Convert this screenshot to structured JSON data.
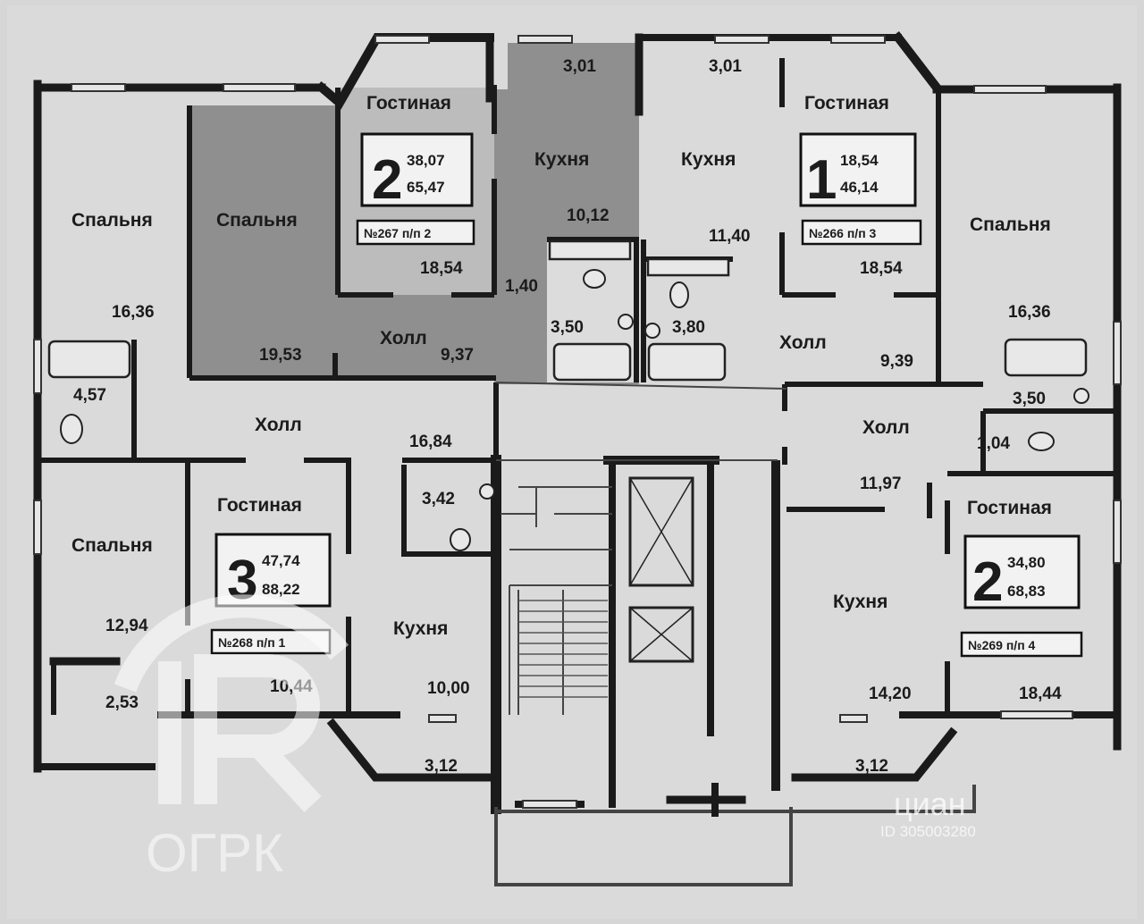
{
  "apartments": [
    {
      "rooms": "2",
      "living_area": "38,07",
      "total_area": "65,47",
      "tag": "№267 п/п 2"
    },
    {
      "rooms": "1",
      "living_area": "18,54",
      "total_area": "46,14",
      "tag": "№266 п/п 3"
    },
    {
      "rooms": "3",
      "living_area": "47,74",
      "total_area": "88,22",
      "tag": "№268 п/п 1"
    },
    {
      "rooms": "2",
      "living_area": "34,80",
      "total_area": "68,83",
      "tag": "№269 п/п 4"
    }
  ],
  "rooms": [
    {
      "label": "Гостиная"
    },
    {
      "label": "Кухня"
    },
    {
      "label": "Кухня"
    },
    {
      "label": "Гостиная"
    },
    {
      "label": "Спальня"
    },
    {
      "label": "Спальня"
    },
    {
      "label": "Спальня"
    },
    {
      "label": "Холл"
    },
    {
      "label": "Холл"
    },
    {
      "label": "Холл"
    },
    {
      "label": "Холл"
    },
    {
      "label": "Гостиная"
    },
    {
      "label": "Спальня"
    },
    {
      "label": "Кухня"
    },
    {
      "label": "Гостиная"
    },
    {
      "label": "Кухня"
    }
  ],
  "areas": [
    "3,01",
    "3,01",
    "10,12",
    "11,40",
    "18,54",
    "18,54",
    "16,36",
    "16,36",
    "1,40",
    "3,50",
    "3,80",
    "19,53",
    "9,37",
    "9,39",
    "4,57",
    "3,50",
    "1,04",
    "16,84",
    "11,97",
    "3,42",
    "12,94",
    "10,00",
    "14,20",
    "18,44",
    "2,53",
    "10,44",
    "3,12",
    "3,12"
  ],
  "watermarks": {
    "brand": "ОГРК",
    "site": "циан",
    "listing_id": "ID 305003280"
  },
  "colors": {
    "background": "#d6d6d6",
    "wall": "#1a1a1a",
    "shaded_apartment": "#8f8f8f",
    "line": "#333333"
  }
}
